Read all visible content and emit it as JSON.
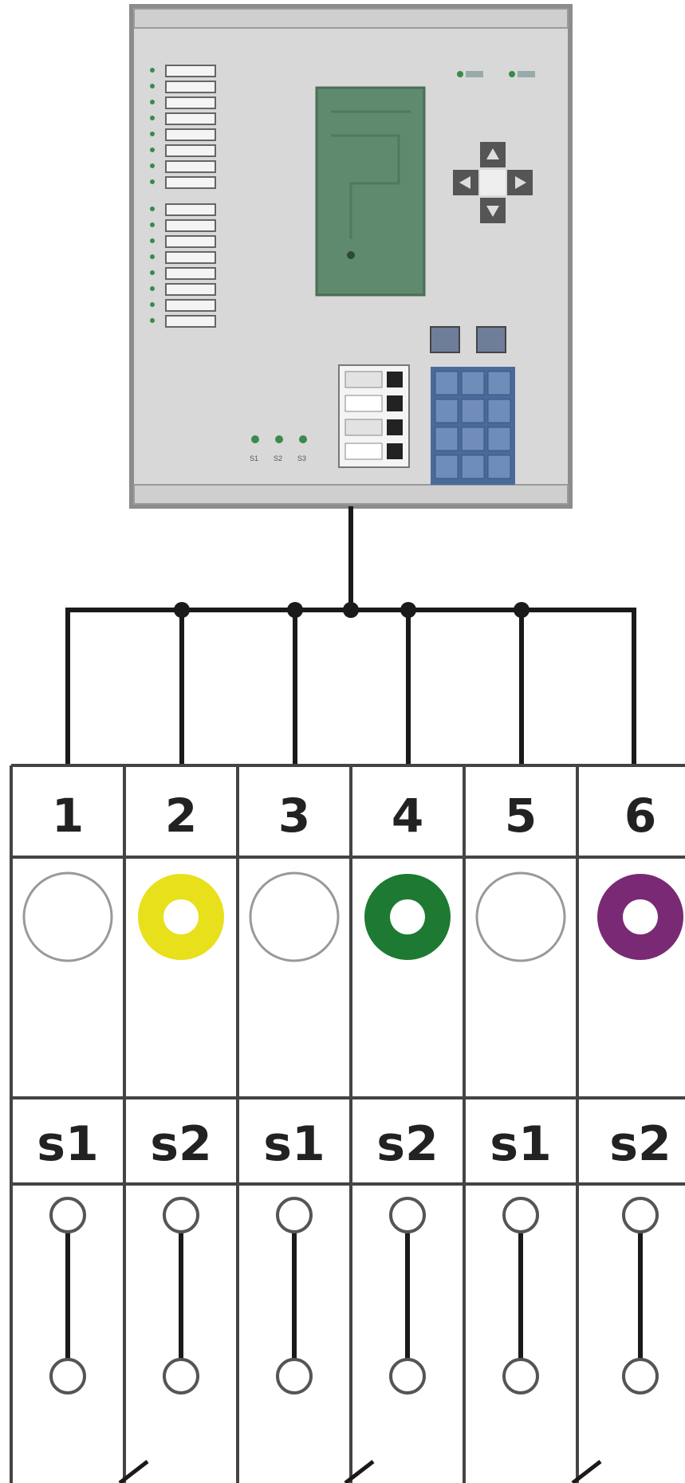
{
  "device": {
    "name": "protection-relay",
    "top_label": "",
    "bottom_leds": [
      "S1",
      "S2",
      "S3"
    ],
    "colors": {
      "panel": "#d6d6d6",
      "panel_border": "#8a8a8a",
      "lcd": "#5f8a6e",
      "led": "#3a8a4a",
      "keypad": "#4a6a9a"
    }
  },
  "terminals": [
    {
      "number": "1",
      "ring_color": "#ffffff",
      "filled": false,
      "signal": "s1"
    },
    {
      "number": "2",
      "ring_color": "#e8e01a",
      "filled": true,
      "signal": "s2"
    },
    {
      "number": "3",
      "ring_color": "#ffffff",
      "filled": false,
      "signal": "s1"
    },
    {
      "number": "4",
      "ring_color": "#1e7a32",
      "filled": true,
      "signal": "s2"
    },
    {
      "number": "5",
      "ring_color": "#ffffff",
      "filled": false,
      "signal": "s1"
    },
    {
      "number": "6",
      "ring_color": "#7a2a74",
      "filled": true,
      "signal": "s2"
    }
  ],
  "colors": {
    "wire": "#1a1a1a",
    "grid": "#444444"
  }
}
